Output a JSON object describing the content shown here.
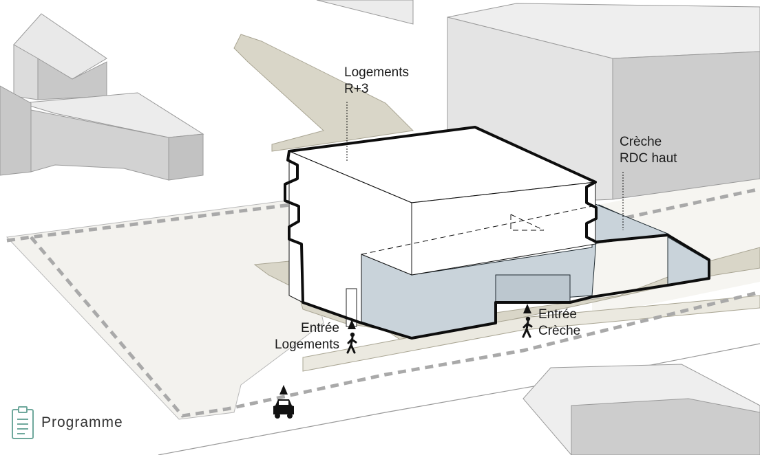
{
  "labels": {
    "logements": {
      "line1": "Logements",
      "line2": "R+3"
    },
    "creche": {
      "line1": "Crèche",
      "line2": "RDC haut"
    },
    "entree_logements": {
      "line1": "Entrée",
      "line2": "Logements"
    },
    "entree_creche": {
      "line1": "Entrée",
      "line2": "Crèche"
    }
  },
  "legend": {
    "label": "Programme",
    "icon": "clipboard-icon"
  },
  "icons": {
    "pedestrian": "pedestrian-icon",
    "car": "car-icon"
  },
  "colors": {
    "creche_volume": "#c9d3da",
    "path": "#d9d6c8",
    "neighbor_light": "#e8e8e8",
    "neighbor_dark": "#c8c8c8",
    "ground": "#f3f2ee",
    "legend_accent": "#6fa89c"
  }
}
